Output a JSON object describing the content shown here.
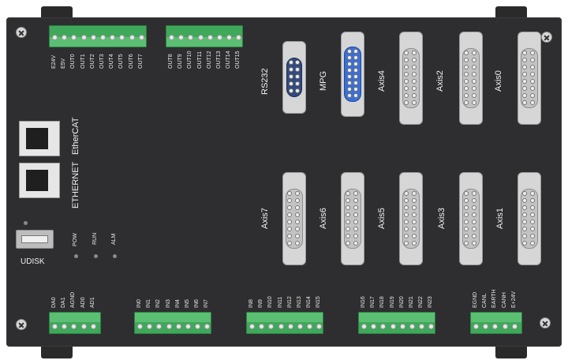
{
  "top_blocks": [
    {
      "labels": [
        "E24V",
        "E5V",
        "OUT0",
        "OUT1",
        "OUT2",
        "OUT3",
        "OUT4",
        "OUT5",
        "OUT6",
        "OUT7"
      ]
    },
    {
      "labels": [
        "OUT8",
        "OUT9",
        "OUT10",
        "OUT11",
        "OUT12",
        "OUT13",
        "OUT14",
        "OUT15"
      ]
    }
  ],
  "bottom_blocks": [
    {
      "labels": [
        "DA0",
        "DA1",
        "AGND",
        "AD0",
        "AD1"
      ]
    },
    {
      "labels": [
        "IN0",
        "IN1",
        "IN2",
        "IN3",
        "IN4",
        "IN5",
        "IN6",
        "IN7"
      ]
    },
    {
      "labels": [
        "IN8",
        "IN9",
        "IN10",
        "IN11",
        "IN12",
        "IN13",
        "IN14",
        "IN15"
      ]
    },
    {
      "labels": [
        "IN16",
        "IN17",
        "IN18",
        "IN19",
        "IN20",
        "IN21",
        "IN22",
        "IN23"
      ]
    },
    {
      "labels": [
        "EGND",
        "CANL",
        "EARTH",
        "CANH",
        "E+24V"
      ]
    }
  ],
  "ports": {
    "top_row": [
      "RS232",
      "MPG",
      "Axis4",
      "Axis2",
      "Axis0"
    ],
    "bottom_row": [
      "Axis7",
      "Axis6",
      "Axis5",
      "Axis3",
      "Axis1"
    ],
    "ethercat": "EtherCAT",
    "ethernet": "ETHERNET",
    "udisk": "UDISK",
    "leds": [
      "POW",
      "RUN",
      "ALM"
    ]
  },
  "colors": {
    "panel": "#2e2e30",
    "terminal": "#3fa85a",
    "mpg_connector": "#3b6fd4",
    "rs232_connector": "#334a7e"
  }
}
